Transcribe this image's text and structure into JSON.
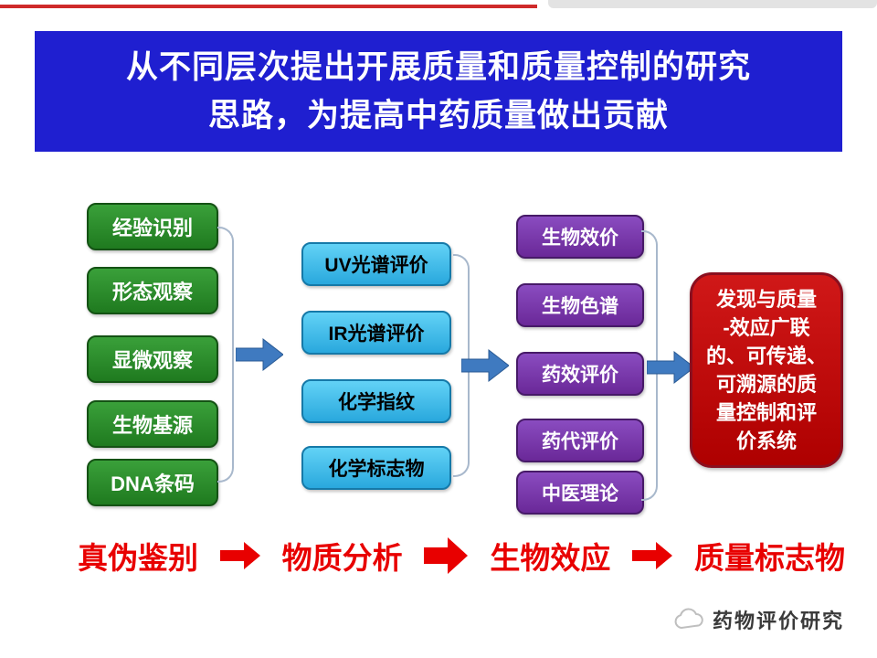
{
  "banner": {
    "line1": "从不同层次提出开展质量和质量控制的研究",
    "line2": "思路，为提高中药质量做出贡献"
  },
  "columns": {
    "identification": {
      "items": [
        "经验识别",
        "形态观察",
        "显微观察",
        "生物基源",
        "DNA条码"
      ]
    },
    "chemical": {
      "items": [
        "UV光谱评价",
        "IR光谱评价",
        "化学指纹",
        "化学标志物"
      ]
    },
    "biological": {
      "items": [
        "生物效价",
        "生物色谱",
        "药效评价",
        "药代评价",
        "中医理论"
      ]
    }
  },
  "result_box": {
    "lines": [
      "发现与质量",
      "-效应广联",
      "的、可传递、",
      "可溯源的质",
      "量控制和评",
      "价系统"
    ]
  },
  "bottom_flow": {
    "steps": [
      "真伪鉴别",
      "物质分析",
      "生物效应",
      "质量标志物"
    ]
  },
  "watermark": {
    "text": "药物评价研究"
  },
  "icons": {
    "block_arrow_right": "block-arrow-right-icon",
    "cloud_logo": "cloud-icon"
  },
  "colors": {
    "banner_blue": "#1f1fd0",
    "green_box": "#1f7a1f",
    "cyan_box": "#29a8dd",
    "purple_box": "#6a2898",
    "red_result_box": "#ae0000",
    "arrow_blue": "#3f7ac0",
    "flow_red": "#e80000"
  }
}
